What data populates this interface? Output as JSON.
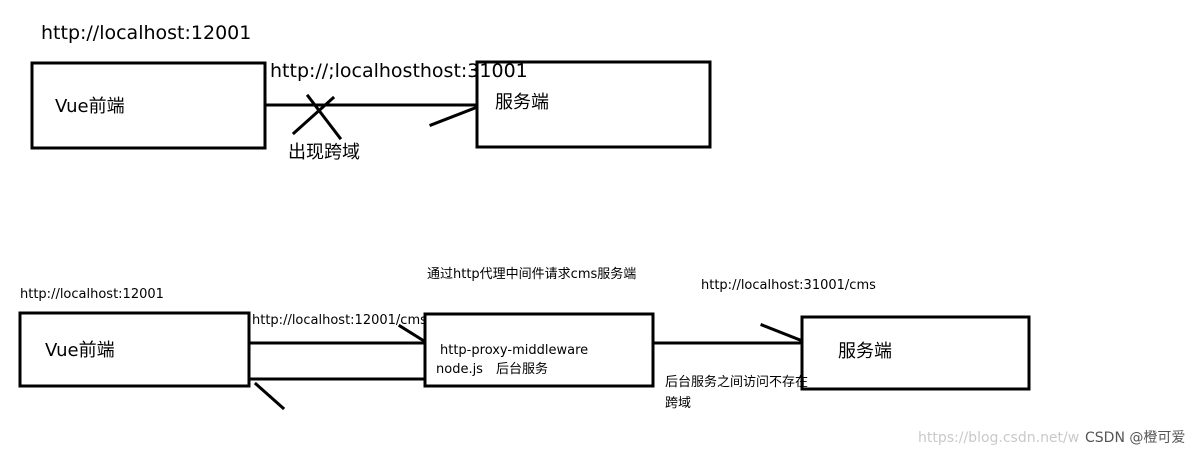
{
  "top": {
    "client_url": "http://localhost:12001",
    "client_box_label": "Vue前端",
    "request_url": "http://;localhosthost:31001",
    "server_box_label": "服务端",
    "cross_origin_note": "出现跨域"
  },
  "bottom": {
    "client_url": "http://localhost:12001",
    "client_box_label": "Vue前端",
    "proxy_note": "通过http代理中间件请求cms服务端",
    "proxy_request_url": "http://localhost:12001/cms",
    "proxy_box_line1": "http-proxy-middleware",
    "proxy_box_line2": "node.js　后台服务",
    "server_request_url": "http://localhost:31001/cms",
    "server_box_label": "服务端",
    "no_cors_note_line1": "后台服务之间访问不存在",
    "no_cors_note_line2": "跨域"
  },
  "watermark": {
    "url": "https://blog.csdn.net/w",
    "brand": "CSDN @橙可爱"
  },
  "colors": {
    "stroke": "#000000",
    "watermark": "#c9c9c9"
  }
}
